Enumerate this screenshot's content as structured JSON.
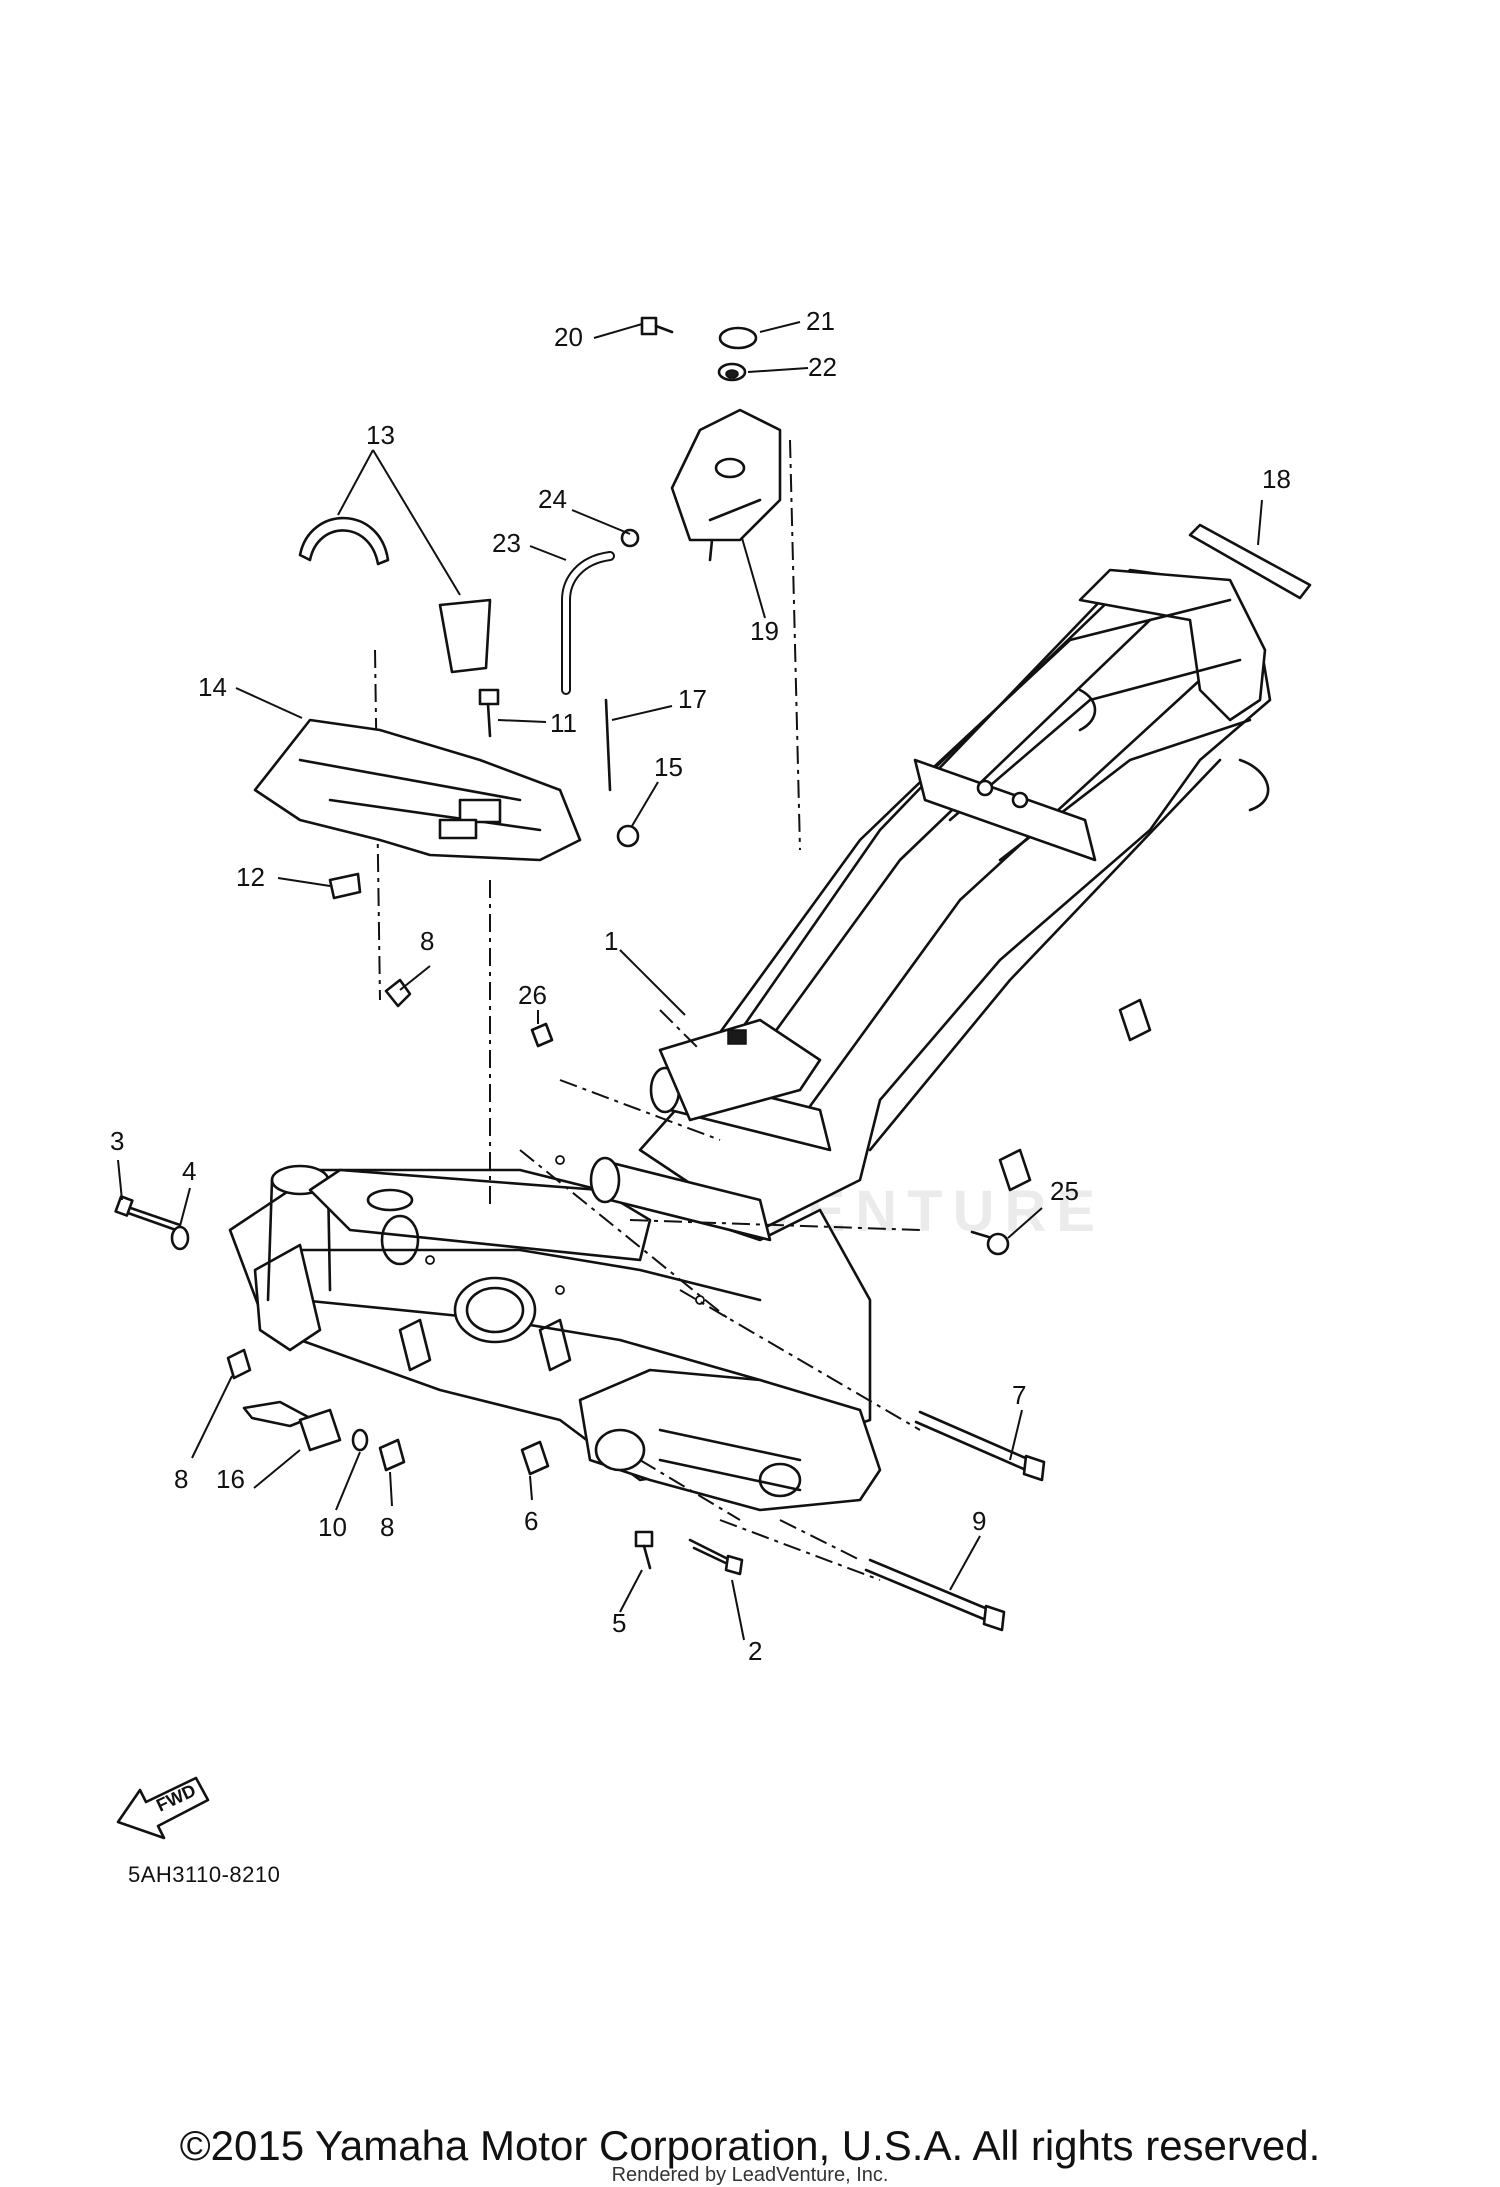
{
  "diagram": {
    "callouts": [
      "1",
      "2",
      "3",
      "4",
      "5",
      "6",
      "7",
      "8",
      "8",
      "8",
      "9",
      "10",
      "11",
      "12",
      "13",
      "14",
      "15",
      "16",
      "17",
      "18",
      "19",
      "20",
      "21",
      "22",
      "23",
      "24",
      "25",
      "26"
    ],
    "fwd_label": "FWD",
    "diagram_code": "5AH3110-8210",
    "watermark": "LEADVENTURE"
  },
  "footer": {
    "copyright": "©2015 Yamaha Motor Corporation, U.S.A. All rights reserved.",
    "rendered_by": "Rendered by LeadVenture, Inc."
  },
  "colors": {
    "line": "#111111",
    "background": "#ffffff"
  }
}
